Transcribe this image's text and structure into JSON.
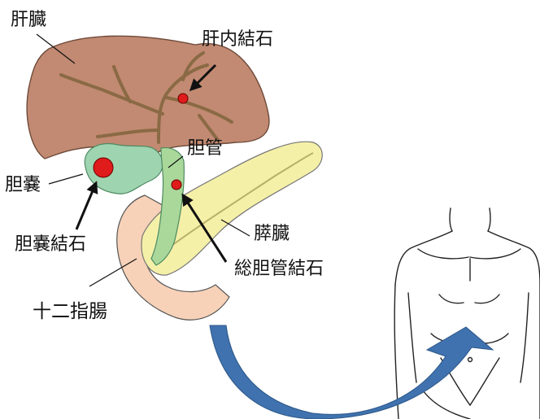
{
  "labels": {
    "liver": "肝臓",
    "intrahepatic_stone": "肝内結石",
    "bile_duct": "胆管",
    "gallbladder": "胆嚢",
    "gallstone": "胆嚢結石",
    "pancreas": "膵臓",
    "common_bile_duct_stone": "総胆管結石",
    "duodenum": "十二指腸"
  },
  "colors": {
    "liver": "#c28a72",
    "liver_vessels": "#8a6a45",
    "gallbladder": "#9fd4b0",
    "pancreas": "#f5f0a8",
    "duodenum": "#f7d2b8",
    "stone": "#e01b1b",
    "curved_arrow": "#3f72ae"
  },
  "icons": {
    "pointer": "black-arrow",
    "transition": "curved-blue-arrow",
    "body": "human-torso-outline"
  }
}
